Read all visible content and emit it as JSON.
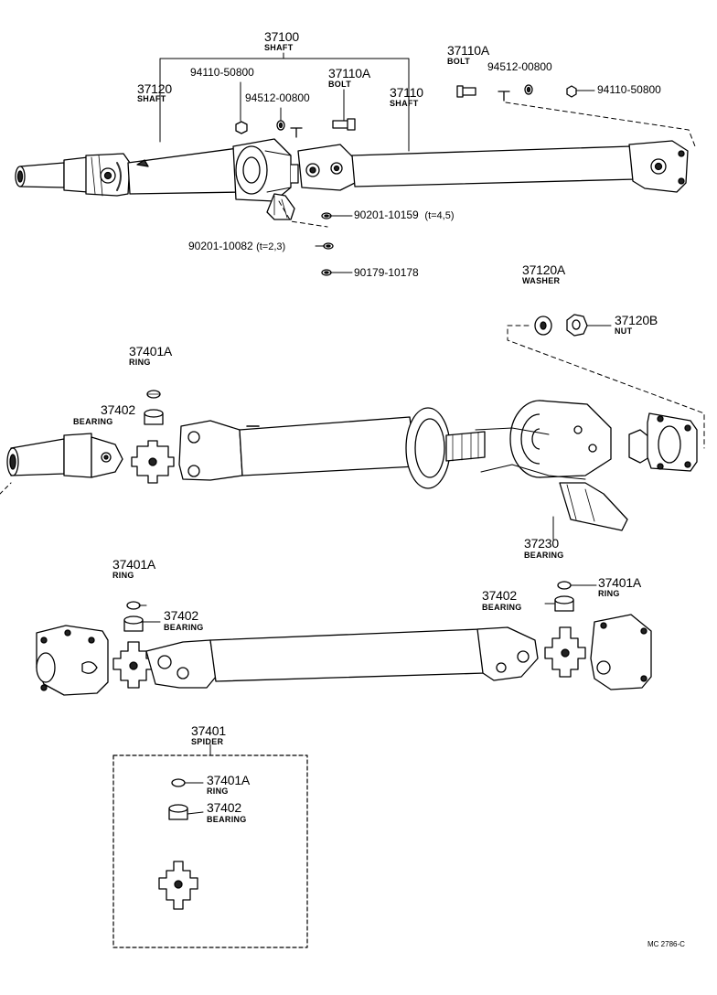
{
  "labels": {
    "shaft_assy": {
      "number": "37100",
      "name": "SHAFT"
    },
    "shaft_front": {
      "number": "37120",
      "name": "SHAFT"
    },
    "shaft_rear": {
      "number": "37110",
      "name": "SHAFT"
    },
    "bolt_top_center": {
      "number": "37110A",
      "name": "BOLT"
    },
    "bolt_top_right": {
      "number": "37110A",
      "name": "BOLT"
    },
    "nut_a": "94110-50800",
    "washer_a": "94512-00800",
    "washer_b": "94512-00800",
    "nut_b": "94110-50800",
    "shim_1": "90201-10159",
    "shim_1_note": "(t=4,5)",
    "shim_2": "90201-10082",
    "shim_2_note": "(t=2,3)",
    "shim_3": "90179-10178",
    "washer_37120a": {
      "number": "37120A",
      "name": "WASHER"
    },
    "nut_37120b": {
      "number": "37120B",
      "name": "NUT"
    },
    "ring_mid": {
      "number": "37401A",
      "name": "RING"
    },
    "bearing_mid": {
      "number": "37402",
      "name": "BEARING"
    },
    "center_bearing": {
      "number": "37230",
      "name": "BEARING"
    },
    "ring_low_left": {
      "number": "37401A",
      "name": "RING"
    },
    "bearing_low_left": {
      "number": "37402",
      "name": "BEARING"
    },
    "bearing_low_right": {
      "number": "37402",
      "name": "BEARING"
    },
    "ring_low_right": {
      "number": "37401A",
      "name": "RING"
    },
    "spider": {
      "number": "37401",
      "name": "SPIDER"
    },
    "spider_ring": {
      "number": "37401A",
      "name": "RING"
    },
    "spider_bearing": {
      "number": "37402",
      "name": "BEARING"
    },
    "code": "MC 2786-C"
  }
}
